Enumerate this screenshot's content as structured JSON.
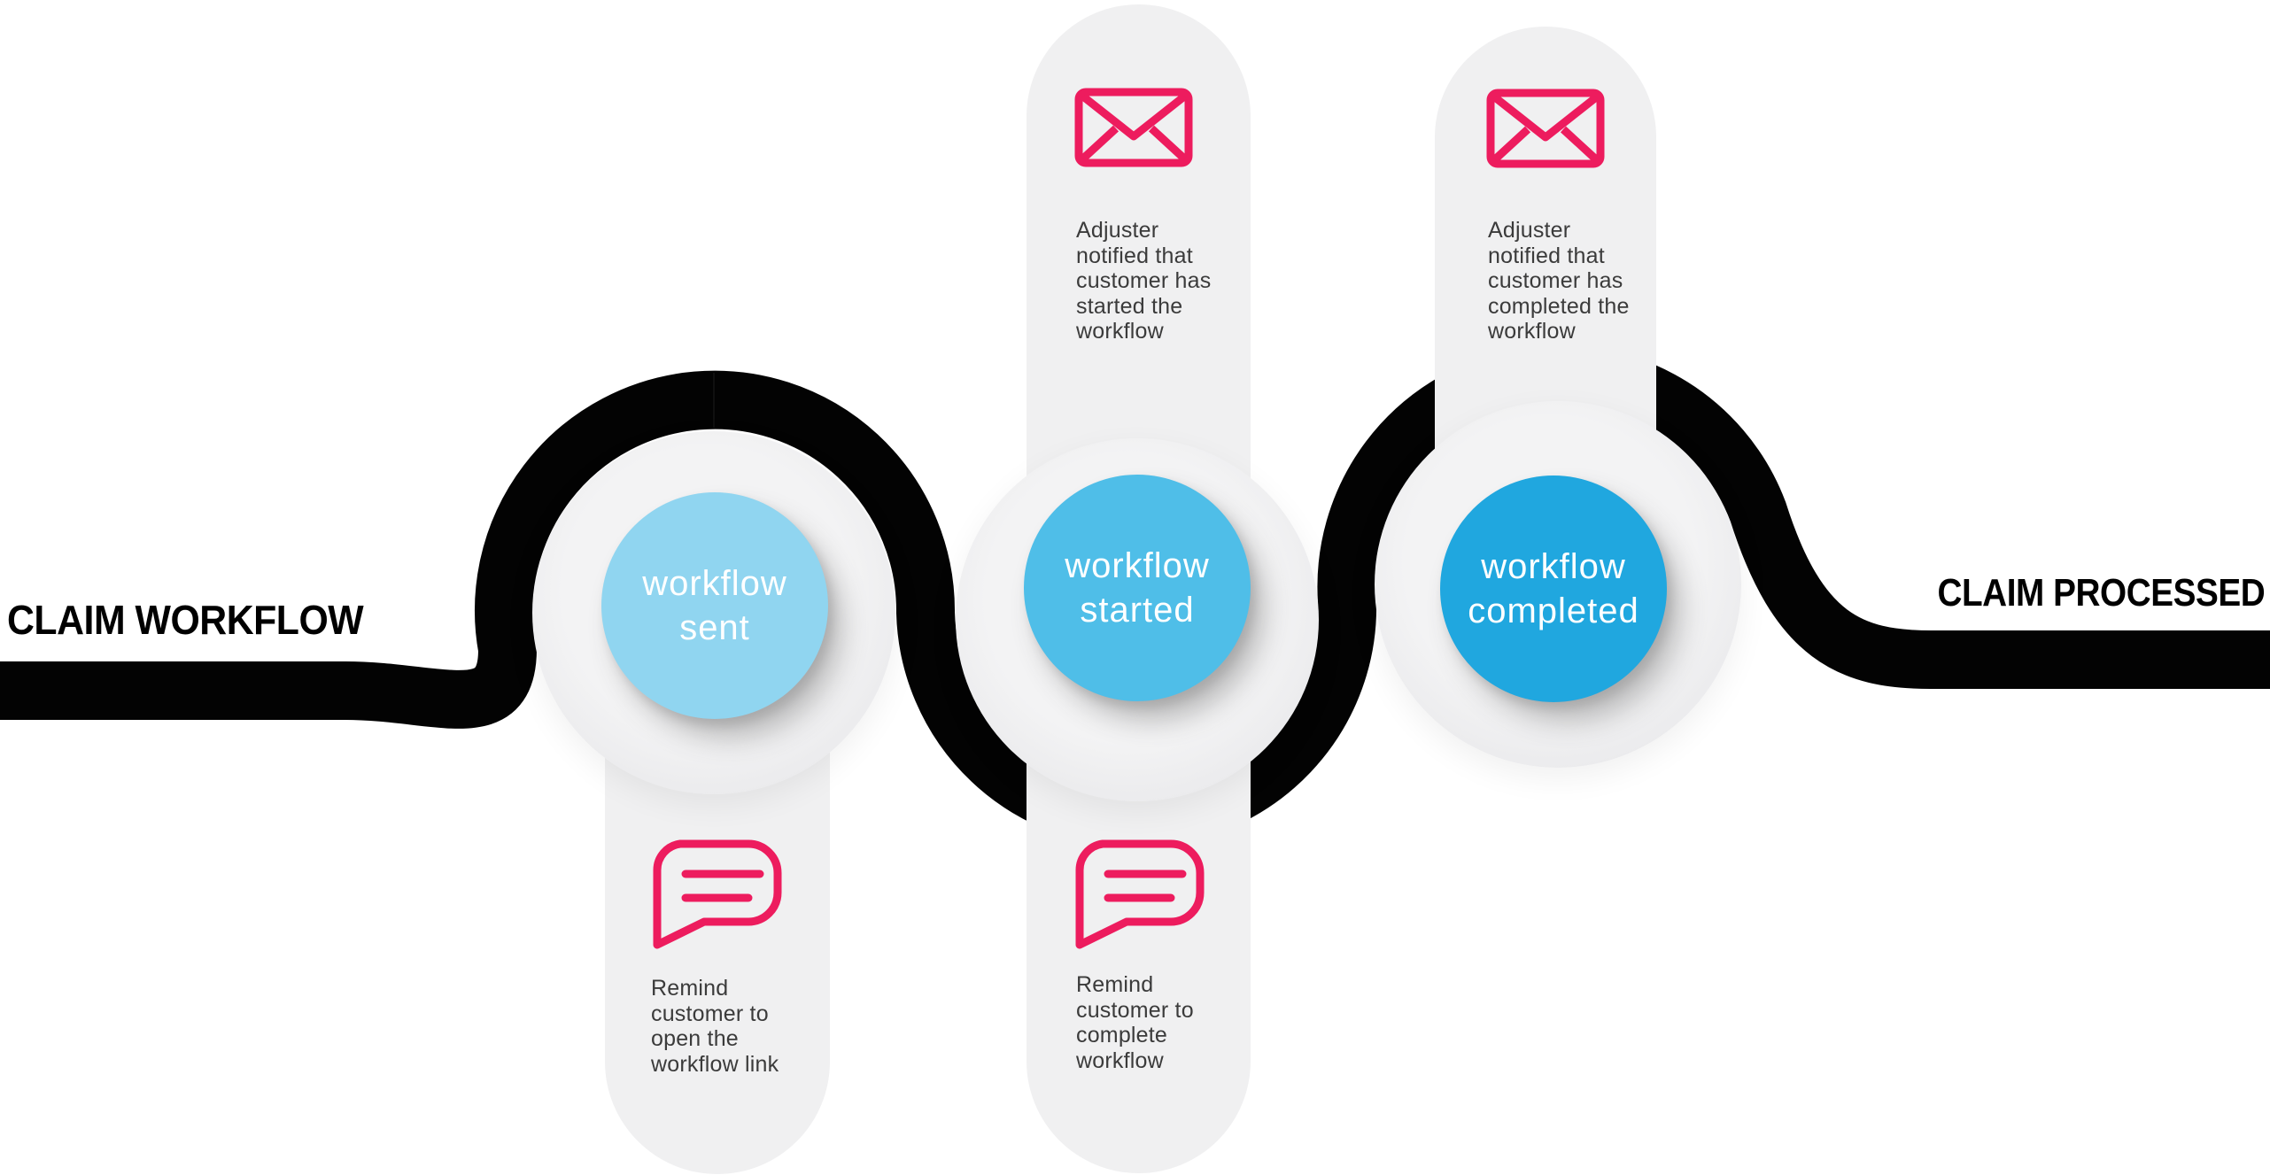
{
  "header": {
    "left": "CLAIM WORKFLOW",
    "right": "CLAIM PROCESSED"
  },
  "colors": {
    "road": "#030303",
    "pill_gray": "#F0F0F1",
    "accent_pink": "#ED1C5E",
    "circle_sent_blue": "#90D5F0",
    "circle_started_blue": "#4FBEE8",
    "circle_completed_blue": "#20A7DF",
    "note_text": "#3B3B3B",
    "circle_label_text": "#FFFFFF"
  },
  "stations": [
    {
      "name": "workflow-sent",
      "label": "workflow\nsent",
      "bottom_icon": "chat-icon",
      "bottom_note": "Remind\ncustomer to\nopen the\nworkflow link"
    },
    {
      "name": "workflow-started",
      "label": "workflow\nstarted",
      "top_icon": "envelope-icon",
      "top_note": "Adjuster\nnotified that\ncustomer has\nstarted the\nworkflow",
      "bottom_icon": "chat-icon",
      "bottom_note": "Remind\ncustomer to\ncomplete\nworkflow"
    },
    {
      "name": "workflow-completed",
      "label": "workflow\ncompleted",
      "top_icon": "envelope-icon",
      "top_note": "Adjuster\nnotified that\ncustomer has\ncompleted the\nworkflow"
    }
  ]
}
